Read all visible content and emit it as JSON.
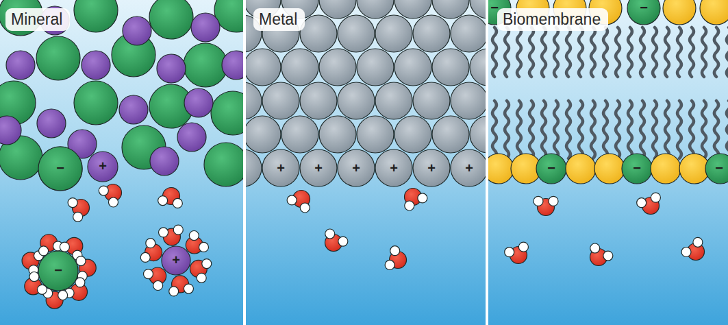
{
  "diagram": {
    "nodes": [
      {
        "text": [
          "Mineral"
        ]
      },
      {
        "text": [
          "Metal"
        ]
      },
      {
        "text": [
          "Biomembrane"
        ]
      }
    ],
    "labels": [
      "−",
      "+",
      "−",
      "+",
      "+",
      "+",
      "+",
      "+",
      "+",
      "+",
      "−",
      "−",
      "−",
      "−",
      "−"
    ]
  }
}
